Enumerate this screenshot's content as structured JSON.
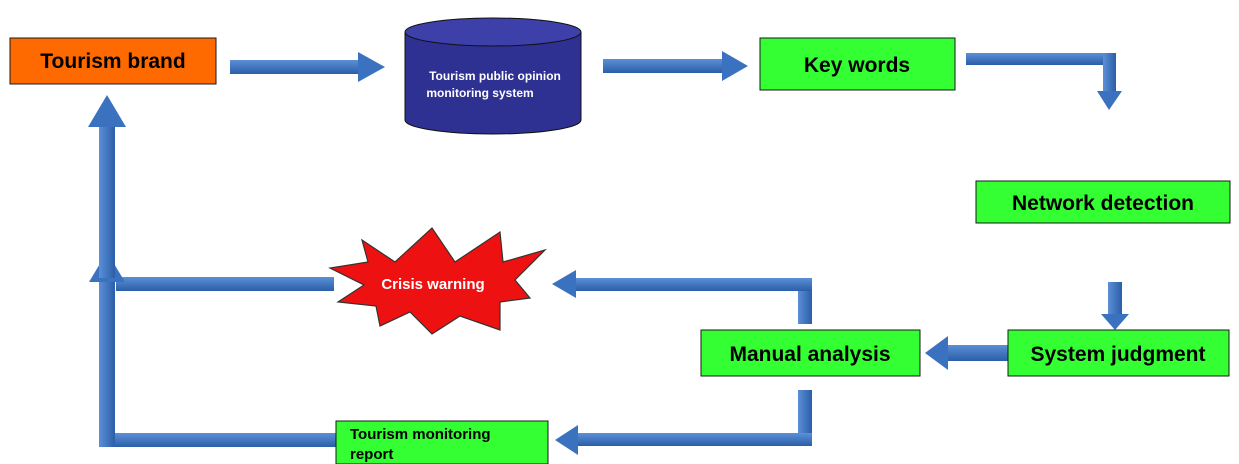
{
  "nodes": {
    "tourism_brand": "Tourism brand",
    "monitoring_system_line1": "Tourism public opinion",
    "monitoring_system_line2": "monitoring system",
    "key_words": "Key words",
    "network_detection": "Network detection",
    "system_judgment": "System judgment",
    "manual_analysis": "Manual analysis",
    "crisis_warning": "Crisis warning",
    "monitoring_report_line1": "Tourism monitoring",
    "monitoring_report_line2": "report"
  },
  "colors": {
    "arrow": "#3b72c0",
    "arrow_dark": "#2a5ea8",
    "brand_fill": "#ff6a00",
    "green_fill": "#33ff33",
    "cylinder_fill": "#2e3192",
    "crisis_fill": "#ee1111",
    "border": "#1a1a1a"
  }
}
